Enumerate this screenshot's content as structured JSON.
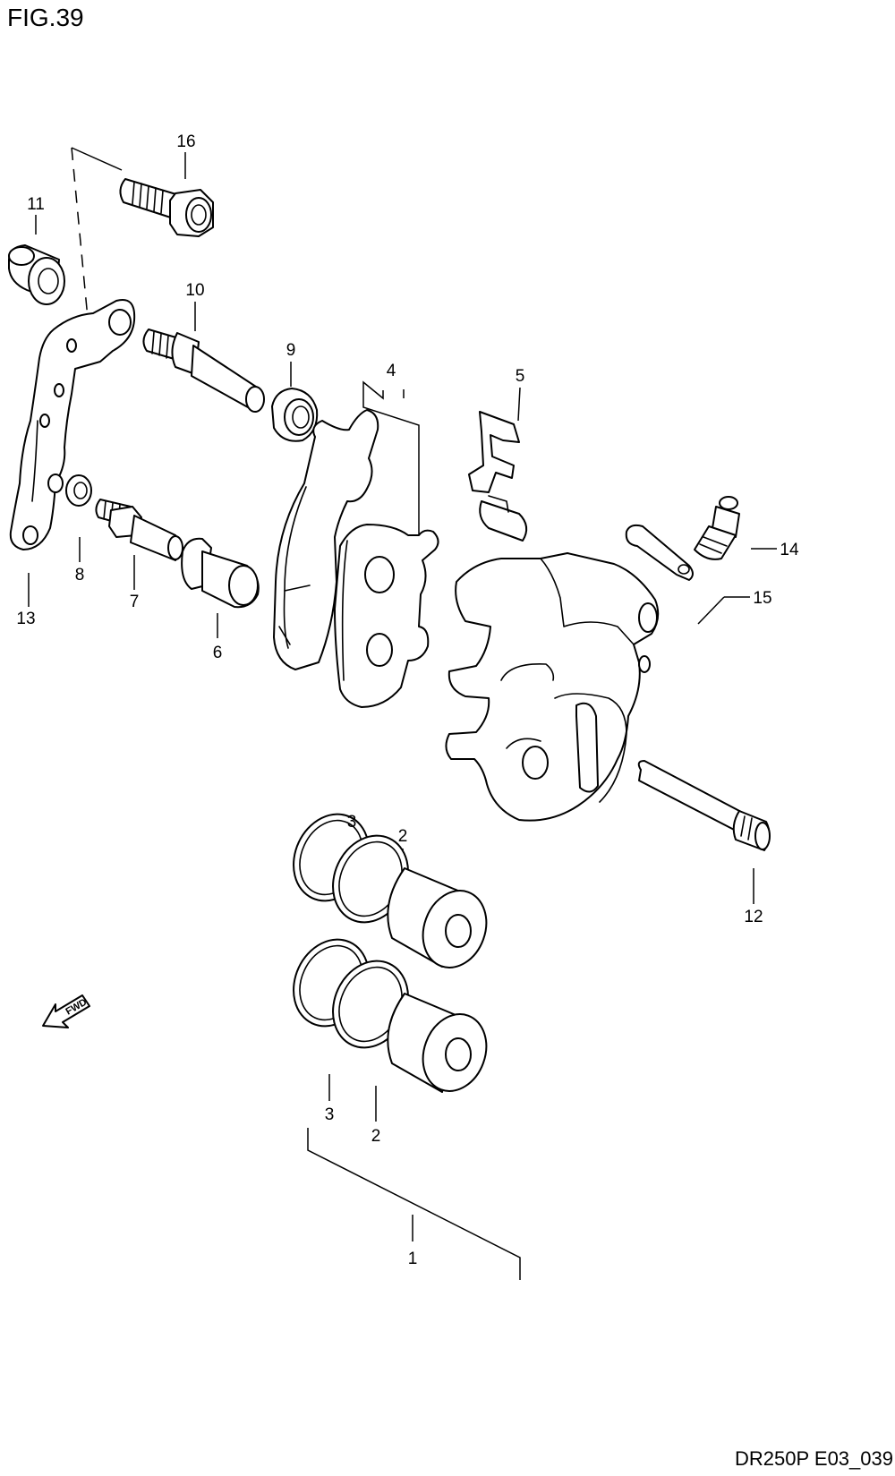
{
  "figure": {
    "title": "FIG.39",
    "code": "DR250P E03_039",
    "fwd_label": "FWD"
  },
  "callouts": [
    {
      "id": "c1",
      "label": "1"
    },
    {
      "id": "c2a",
      "label": "2"
    },
    {
      "id": "c2b",
      "label": "2"
    },
    {
      "id": "c3a",
      "label": "3"
    },
    {
      "id": "c3b",
      "label": "3"
    },
    {
      "id": "c4",
      "label": "4"
    },
    {
      "id": "c5",
      "label": "5"
    },
    {
      "id": "c6",
      "label": "6"
    },
    {
      "id": "c7",
      "label": "7"
    },
    {
      "id": "c8",
      "label": "8"
    },
    {
      "id": "c9",
      "label": "9"
    },
    {
      "id": "c10",
      "label": "10"
    },
    {
      "id": "c11",
      "label": "11"
    },
    {
      "id": "c12",
      "label": "12"
    },
    {
      "id": "c13",
      "label": "13"
    },
    {
      "id": "c14",
      "label": "14"
    },
    {
      "id": "c15",
      "label": "15"
    },
    {
      "id": "c16",
      "label": "16"
    }
  ]
}
